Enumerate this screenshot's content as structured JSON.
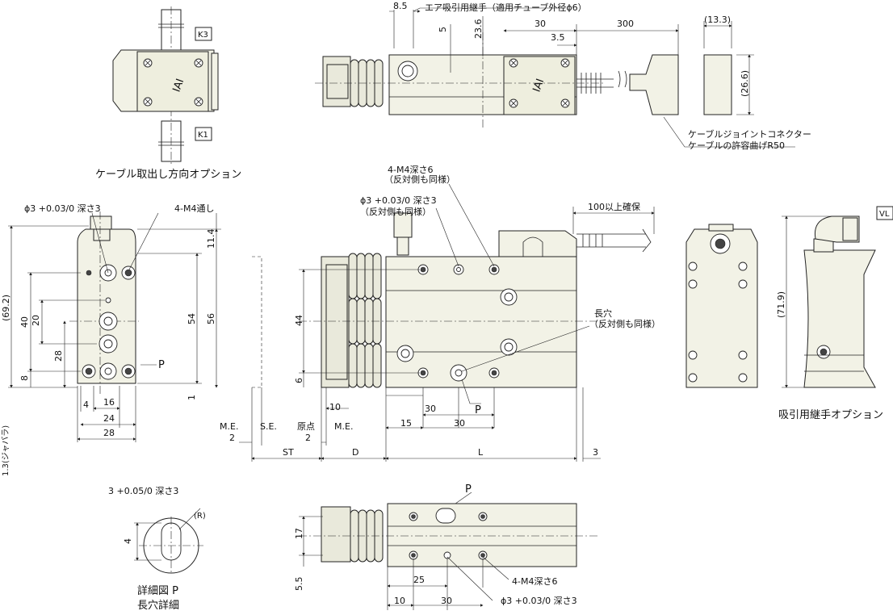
{
  "labels": {
    "cable_option": "ケーブル取出し方向オプション",
    "suction_option": "吸引用継手オプション",
    "detail_title": "詳細図 P",
    "detail_sub": "長穴詳細",
    "air_fitting": "エア吸引用継手（適用チューブ外径ϕ6）",
    "joint_connector": "ケーブルジョイントコネクター",
    "bend_radius": "ケーブルの許容曲げR50",
    "clearance": "100以上確保",
    "m4_through": "4-M4通し",
    "m4_depth6_top": "4-M4深さ6",
    "opposite_side_same_1": "（反対側も同様）",
    "pin_top": "ϕ3 +0.03/0 深さ3",
    "opposite_side_same_2": "（反対側も同様）",
    "slot": "長穴",
    "opposite_side_same_3": "（反対側も同様）",
    "pin_left": "ϕ3 +0.03/0 深さ3",
    "detail_pin": "3 +0.05/0 深さ3",
    "m4_depth6_bottom": "4-M4深さ6",
    "pin_bottom": "ϕ3 +0.03/0 深さ3",
    "jabara": "1.3(ジャバラ)",
    "me1": "M.E.",
    "se": "S.E.",
    "origin": "原点",
    "me2": "M.E.",
    "st": "ST",
    "d": "D",
    "l": "L",
    "p1": "P",
    "p2": "P",
    "p3": "P",
    "k1": "K1",
    "k3": "K3",
    "vl": "VL",
    "r": "(R)",
    "logo1": "IAI",
    "logo2": "IAI"
  },
  "dims": {
    "d8_5": "8.5",
    "d5": "5",
    "d23_6": "23.6",
    "d30a": "30",
    "d3_5": "3.5",
    "d300": "300",
    "d13_3": "(13.3)",
    "d26_6": "(26.6)",
    "d11_4": "11.4",
    "d69_2": "(69.2)",
    "d40": "40",
    "d20": "20",
    "d28v": "28",
    "d8": "8",
    "d54": "54",
    "d56": "56",
    "d1": "1",
    "d4": "4",
    "d16": "16",
    "d24": "24",
    "d28h": "28",
    "d2a": "2",
    "d2b": "2",
    "d44": "44",
    "d6": "6",
    "d10": "10",
    "d30b": "30",
    "d15": "15",
    "d30c": "30",
    "d3": "3",
    "d71_9": "(71.9)",
    "d17": "17",
    "d5_5": "5.5",
    "d25": "25",
    "d10b": "10",
    "d30d": "30",
    "d4det": "4"
  }
}
